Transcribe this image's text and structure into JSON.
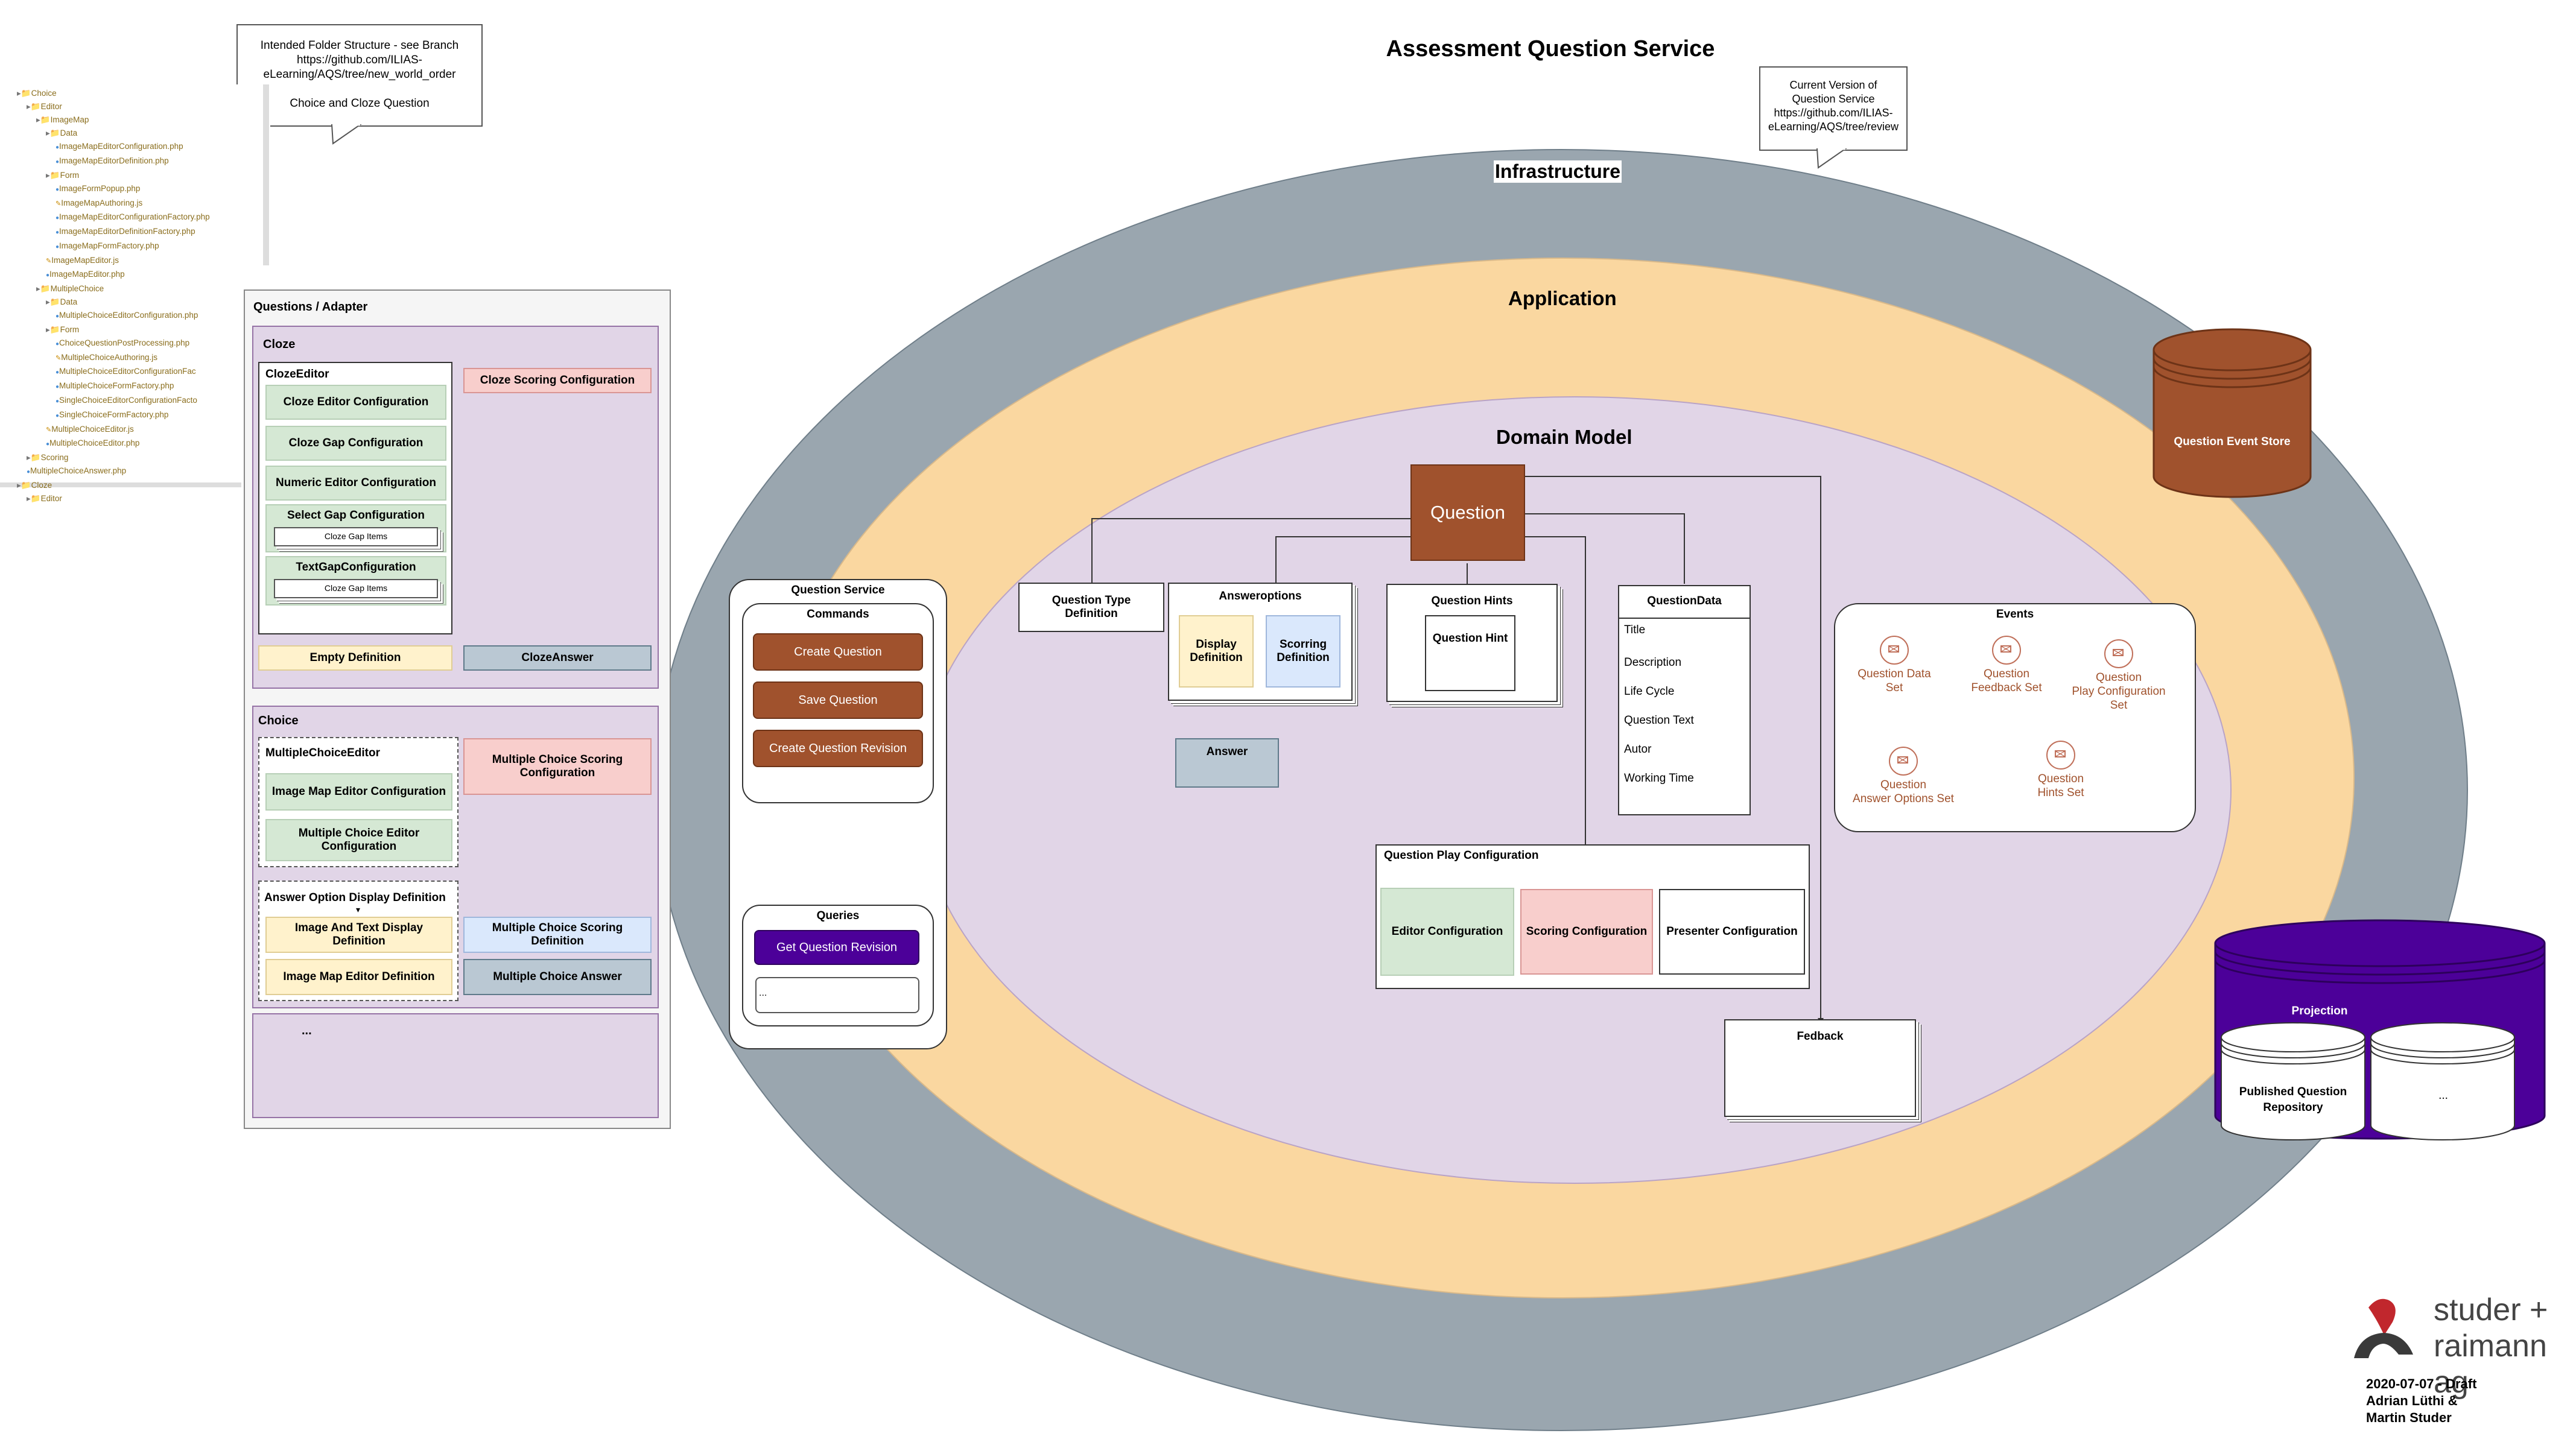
{
  "title": "Assessment Question Service",
  "layers": {
    "infrastructure": "Infrastructure",
    "application": "Application",
    "domain_model": "Domain Model"
  },
  "notes": {
    "folder_structure": [
      "Intended Folder Structure - see Branch",
      "https://github.com/ILIAS-",
      "eLearning/AQS/tree/new_world_order",
      "",
      "Choice and Cloze Question"
    ],
    "current_version": [
      "Current Version of",
      "Question Service",
      "https://github.com/ILIAS-",
      "eLearning/AQS/tree/review"
    ]
  },
  "file_tree": [
    {
      "name": "Choice",
      "type": "folder",
      "depth": 0
    },
    {
      "name": "Editor",
      "type": "folder",
      "depth": 1
    },
    {
      "name": "ImageMap",
      "type": "folder",
      "depth": 2
    },
    {
      "name": "Data",
      "type": "folder",
      "depth": 3
    },
    {
      "name": "ImageMapEditorConfiguration.php",
      "type": "php",
      "depth": 4
    },
    {
      "name": "ImageMapEditorDefinition.php",
      "type": "php",
      "depth": 4
    },
    {
      "name": "Form",
      "type": "folder",
      "depth": 3
    },
    {
      "name": "ImageFormPopup.php",
      "type": "php",
      "depth": 4
    },
    {
      "name": "ImageMapAuthoring.js",
      "type": "js",
      "depth": 4
    },
    {
      "name": "ImageMapEditorConfigurationFactory.php",
      "type": "php",
      "depth": 4
    },
    {
      "name": "ImageMapEditorDefinitionFactory.php",
      "type": "php",
      "depth": 4
    },
    {
      "name": "ImageMapFormFactory.php",
      "type": "php",
      "depth": 4
    },
    {
      "name": "ImageMapEditor.js",
      "type": "js",
      "depth": 3
    },
    {
      "name": "ImageMapEditor.php",
      "type": "php",
      "depth": 3
    },
    {
      "name": "MultipleChoice",
      "type": "folder",
      "depth": 2
    },
    {
      "name": "Data",
      "type": "folder",
      "depth": 3
    },
    {
      "name": "MultipleChoiceEditorConfiguration.php",
      "type": "php",
      "depth": 4
    },
    {
      "name": "Form",
      "type": "folder",
      "depth": 3
    },
    {
      "name": "ChoiceQuestionPostProcessing.php",
      "type": "php",
      "depth": 4
    },
    {
      "name": "MultipleChoiceAuthoring.js",
      "type": "js",
      "depth": 4
    },
    {
      "name": "MultipleChoiceEditorConfigurationFac",
      "type": "php",
      "depth": 4
    },
    {
      "name": "MultipleChoiceFormFactory.php",
      "type": "php",
      "depth": 4
    },
    {
      "name": "SingleChoiceEditorConfigurationFacto",
      "type": "php",
      "depth": 4
    },
    {
      "name": "SingleChoiceFormFactory.php",
      "type": "php",
      "depth": 4
    },
    {
      "name": "MultipleChoiceEditor.js",
      "type": "js",
      "depth": 3
    },
    {
      "name": "MultipleChoiceEditor.php",
      "type": "php",
      "depth": 3
    },
    {
      "name": "Scoring",
      "type": "folder",
      "depth": 1
    },
    {
      "name": "MultipleChoiceAnswer.php",
      "type": "php",
      "depth": 1
    },
    {
      "name": "Cloze",
      "type": "folder",
      "depth": 0
    },
    {
      "name": "Editor",
      "type": "folder",
      "depth": 1
    }
  ],
  "questions_adapter": {
    "title": "Questions / Adapter",
    "cloze": {
      "title": "Cloze",
      "editor_title": "ClozeEditor",
      "items": [
        "Cloze Editor Configuration",
        "Cloze Gap Configuration",
        "Numeric Editor Configuration"
      ],
      "select_gap": "Select Gap Configuration",
      "select_gap_items": "Cloze Gap Items",
      "text_gap": "TextGapConfiguration",
      "text_gap_items": "Cloze Gap Items",
      "scoring": "Cloze Scoring Configuration",
      "empty_definition": "Empty Definition",
      "answer": "ClozeAnswer"
    },
    "choice": {
      "title": "Choice",
      "editor_title": "MultipleChoiceEditor",
      "items": [
        "Image Map Editor Configuration",
        "Multiple Choice Editor Configuration"
      ],
      "scoring": "Multiple Choice Scoring Configuration",
      "display_title": "Answer Option Display Definition",
      "display_items": [
        "Image And Text Display Definition",
        "Image Map Editor Definition"
      ],
      "scoring_definition": "Multiple Choice Scoring Definition",
      "answer": "Multiple Choice Answer"
    },
    "more": "..."
  },
  "question_service": {
    "title": "Question Service",
    "commands_title": "Commands",
    "commands": [
      "Create Question",
      "Save Question",
      "Create Question Revision"
    ],
    "queries_title": "Queries",
    "queries": [
      "Get Question Revision"
    ],
    "query_placeholder": "..."
  },
  "domain": {
    "question": "Question",
    "question_type_definition": "Question Type Definition",
    "answeroptions": "Answeroptions",
    "display_definition": "Display Definition",
    "scoring_definition": "Scorring Definition",
    "question_hints": "Question Hints",
    "question_hint": "Question Hint",
    "question_data_title": "QuestionData",
    "question_data_fields": [
      "Title",
      "Description",
      "Life Cycle",
      "Question Text",
      "Autor",
      "Working Time"
    ],
    "answer": "Answer",
    "play_config_title": "Question Play Configuration",
    "play_config": [
      "Editor Configuration",
      "Scoring Configuration",
      "Presenter Configuration"
    ],
    "feedback": "Fedback"
  },
  "events": {
    "title": "Events",
    "items": [
      [
        "Question Data",
        "Set"
      ],
      [
        "Question",
        "Feedback Set"
      ],
      [
        "Question",
        "Play Configuration",
        "Set"
      ],
      [
        "Question",
        "Answer Options Set"
      ],
      [
        "Question",
        "Hints Set"
      ]
    ]
  },
  "event_store": "Question Event Store",
  "projection": {
    "title": "Projection",
    "items": [
      "Published Question Repository",
      "..."
    ]
  },
  "branding": {
    "logo_line1": "studer +",
    "logo_line2": "raimann ag",
    "footer": [
      "2020-07-07 - Draft",
      "Adrian Lüthi &",
      "Martin Studer"
    ]
  },
  "colors": {
    "infrastructure": "#9aa6af",
    "application": "#fad7a0",
    "domain": "#e1d5e7",
    "brown": "#a0522d",
    "purple": "#4c0099"
  }
}
